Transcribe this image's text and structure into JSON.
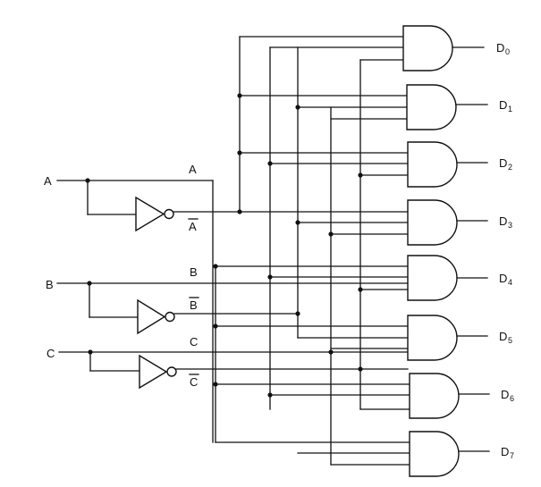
{
  "inputs": {
    "a": "A",
    "b": "B",
    "c": "C"
  },
  "rail_labels": {
    "a": "A",
    "a_bar": "A",
    "b": "B",
    "b_bar": "B",
    "c": "C",
    "c_bar": "C"
  },
  "outputs": [
    {
      "letter": "D",
      "sub": "0"
    },
    {
      "letter": "D",
      "sub": "1"
    },
    {
      "letter": "D",
      "sub": "2"
    },
    {
      "letter": "D",
      "sub": "3"
    },
    {
      "letter": "D",
      "sub": "4"
    },
    {
      "letter": "D",
      "sub": "5"
    },
    {
      "letter": "D",
      "sub": "6"
    },
    {
      "letter": "D",
      "sub": "7"
    }
  ]
}
